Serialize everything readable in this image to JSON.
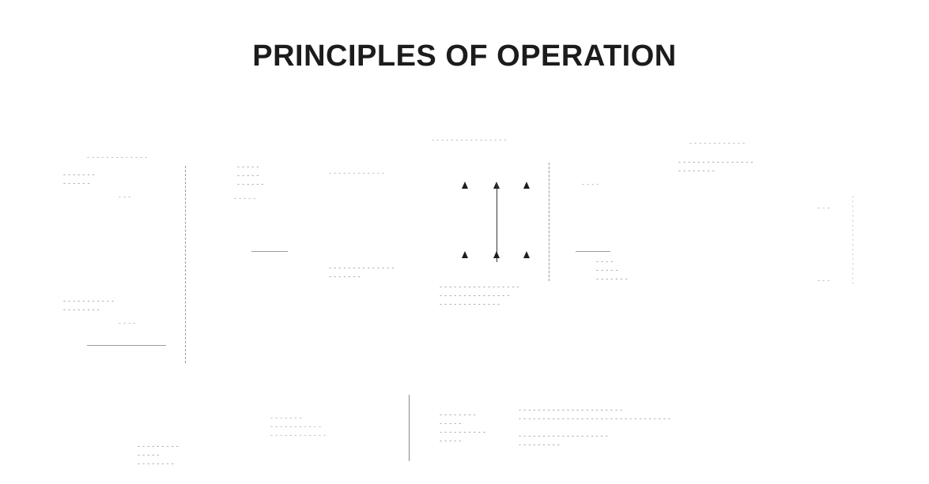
{
  "title": "PRINCIPLES OF OPERATION",
  "panel_left": {
    "header": "- - - - - - - - - - - - -",
    "text_a": "- - - - - - -\n- - - - - -",
    "mark_a": "- - -",
    "text_b": "- - - - - - - - - - -\n- - - - - - - -",
    "mark_b": "- - - -"
  },
  "panel_mid_left": {
    "text_a": "- - - - -\n- - - - -\n- - - - - -",
    "text_b": "- - - - -"
  },
  "panel_center": {
    "header": "- - - - - - - - - - - - - - - -",
    "text_a": "- - - - - - - - - - - -",
    "text_b": "- - - - - - - - - - - - - -\n- - - - - - -",
    "caption": "- - - - - - - - - - - - - - - - -\n- - - - - - - - - - - - - - -\n- - - - - - - - - - - - -",
    "side_a": "- - - -",
    "side_b": "- - - -\n- - - - -\n- - - - - - -"
  },
  "panel_right": {
    "header": "- - - - - - - - - - - -",
    "text_a": "- - - - - - - - - - - - - - - -\n- - - - - - - -",
    "mark_a": "- - -",
    "mark_b": "- - -",
    "vertical": "- - - - - - - - - - - - - - - - - - -"
  },
  "panel_bottom": {
    "box_a": "- - - - - - - - -\n- - - - -\n- - - - - - - -",
    "box_b": "- - - - - - -\n- - - - - - - - - - -\n- - - - - - - - - - - -",
    "box_c": "- - - - - - - -\n- - - - -\n- - - - - - - - - -\n- - - - -",
    "box_d": "- - - - - - - - - - - - - - - - - - - - - -\n- - - - - - - - - - - - - - - - - - - - - - - - - - - - - - - -\n\n- - - - - - - - - - - - - - - - - - -\n- - - - - - - - -"
  }
}
